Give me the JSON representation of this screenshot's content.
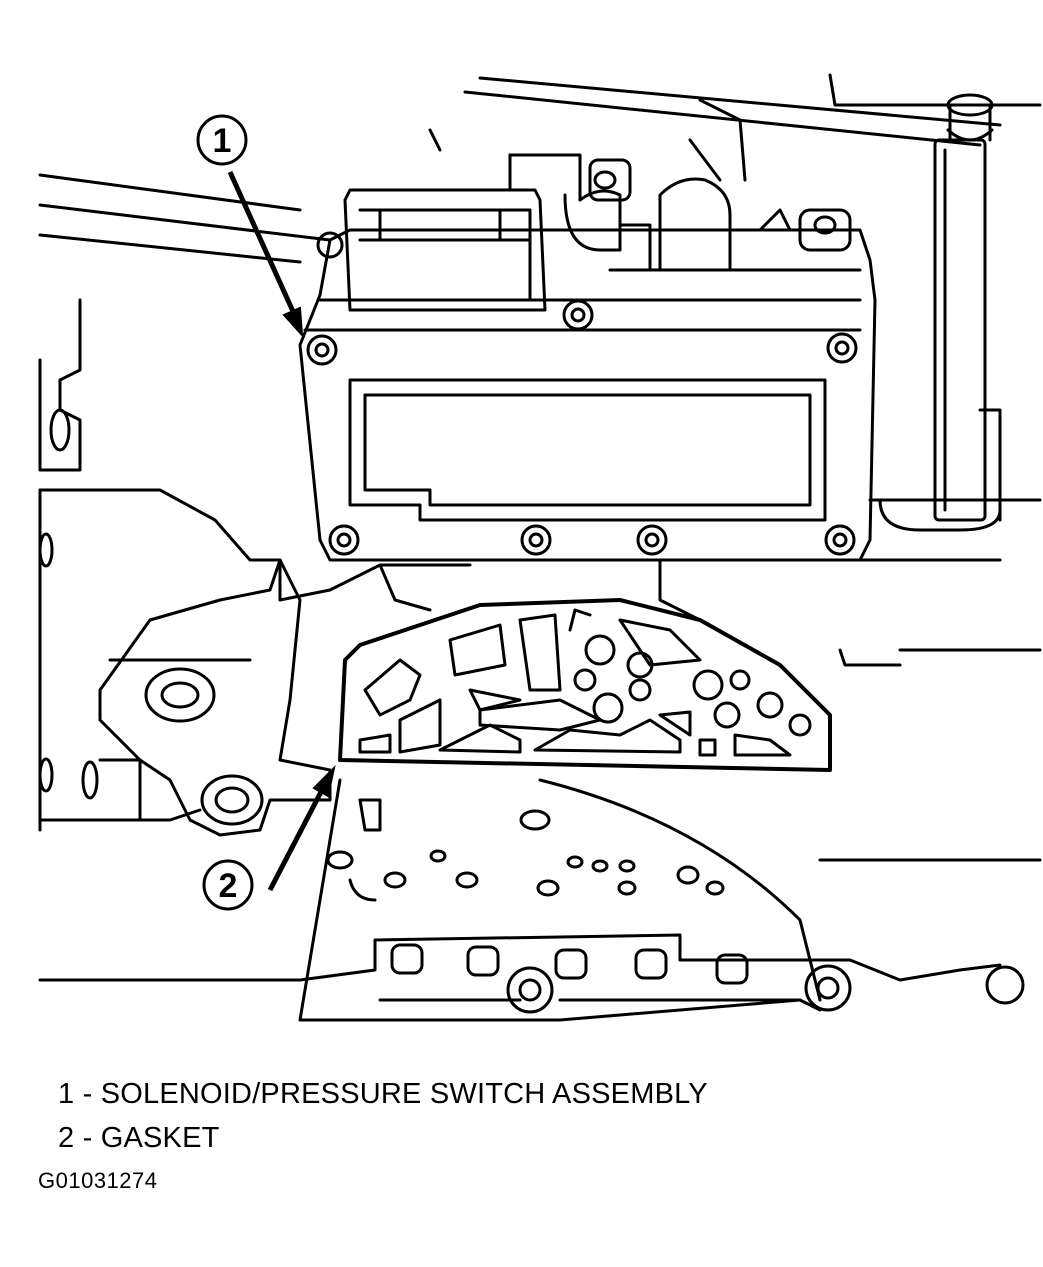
{
  "callouts": [
    {
      "number": "1"
    },
    {
      "number": "2"
    }
  ],
  "legend": [
    {
      "text": "1 - SOLENOID/PRESSURE SWITCH ASSEMBLY"
    },
    {
      "text": "2 - GASKET"
    }
  ],
  "figure_id": "G01031274",
  "colors": {
    "ink": "#000000",
    "paper": "#ffffff"
  }
}
